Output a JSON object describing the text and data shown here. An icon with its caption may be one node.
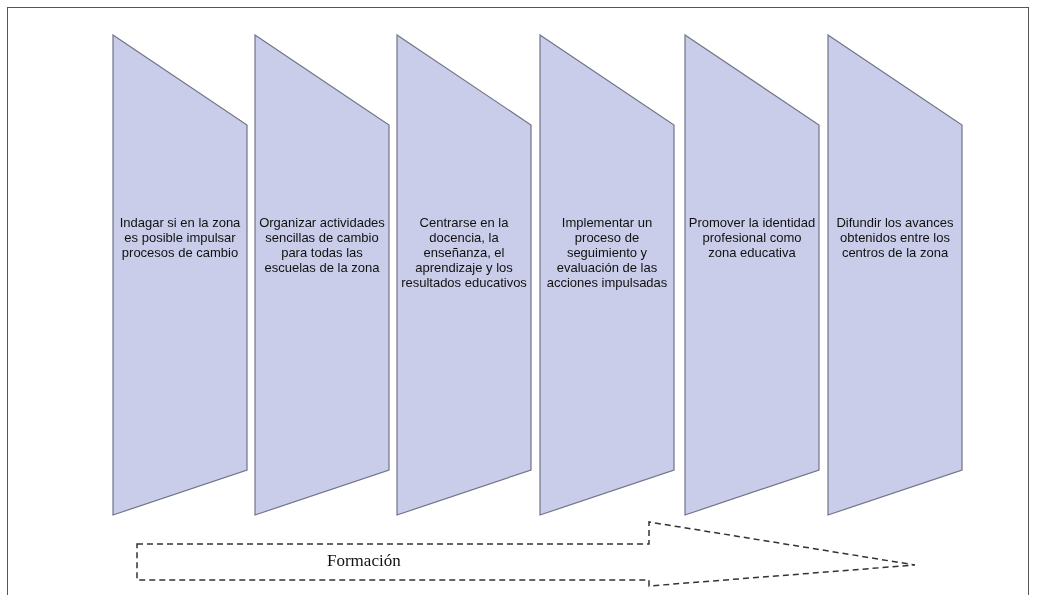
{
  "diagram": {
    "nodes": [
      {
        "text": [
          "Indagar si en la zona es posible impulsar procesos de cambio"
        ]
      },
      {
        "text": [
          "Organizar actividades sencillas de cambio para todas las escuelas de la zona"
        ]
      },
      {
        "text": [
          "Centrarse en la docencia, la enseñanza, el aprendizaje y los resultados educativos"
        ]
      },
      {
        "text": [
          "Implementar un proceso de seguimiento y evaluación de las acciones impulsadas"
        ]
      },
      {
        "text": [
          "Promover la identidad profesional como zona educativa"
        ]
      },
      {
        "text": [
          "Difundir los avances obtenidos entre los centros de la zona"
        ]
      },
      {
        "text": [
          "Formación"
        ]
      }
    ],
    "edges": []
  }
}
